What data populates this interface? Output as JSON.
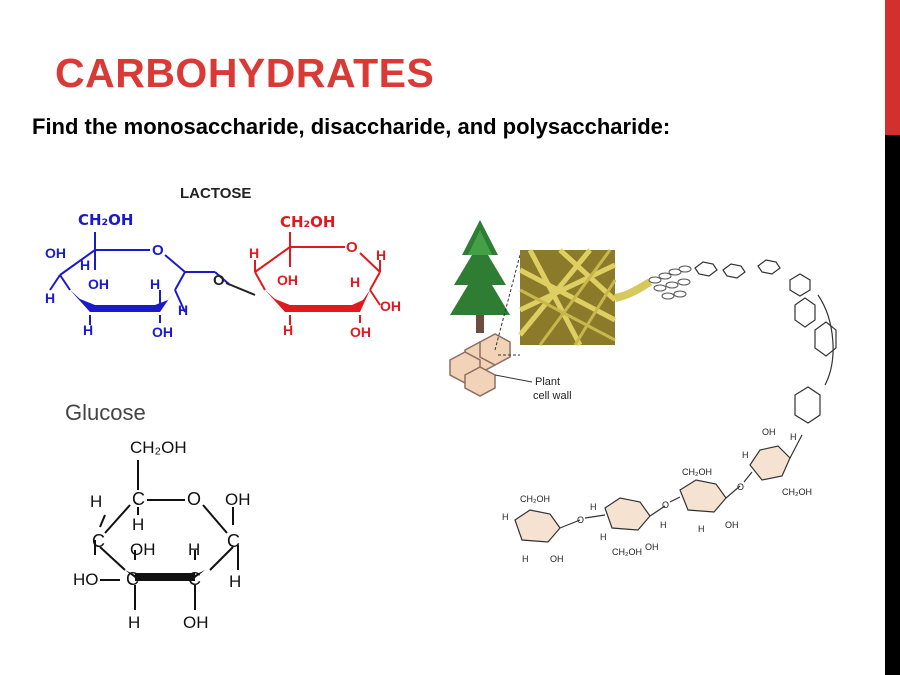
{
  "slide": {
    "title": "CARBOHYDRATES",
    "subtitle": "Find the monosaccharide, disaccharide, and polysaccharide:"
  },
  "lactose": {
    "label": "LACTOSE",
    "left_ring": {
      "ch2oh": "CH₂OH",
      "o": "O",
      "oh_left": "OH",
      "h_top": "H",
      "h_left": "H",
      "oh_mid": "OH",
      "h_right": "H",
      "h_bottom": "H",
      "oh_bottom": "OH",
      "h_far": "H"
    },
    "bridge_o": "O",
    "right_ring": {
      "ch2oh": "CH₂OH",
      "o": "O",
      "h_top": "H",
      "oh_mid": "OH",
      "h_mid": "H",
      "h_right": "H",
      "oh_right": "OH",
      "h_bottom": "H",
      "oh_bottom": "OH"
    }
  },
  "glucose": {
    "label": "Glucose",
    "ch2oh": "CH₂OH",
    "atoms": {
      "c_top": "C",
      "o_ring": "O",
      "c_left": "C",
      "c_right": "C",
      "c_bl": "C",
      "c_br": "C"
    },
    "subs": {
      "h1": "H",
      "h2": "H",
      "oh1": "OH",
      "oh2": "OH",
      "h3": "H",
      "ho": "HO",
      "h4": "H",
      "h5": "H",
      "oh3": "OH"
    }
  },
  "cellulose": {
    "label_line1": "Plant",
    "label_line2": "cell wall",
    "chain_labels": {
      "ch2oh": "CH₂OH",
      "oh": "OH",
      "h": "H",
      "o": "O"
    }
  }
}
